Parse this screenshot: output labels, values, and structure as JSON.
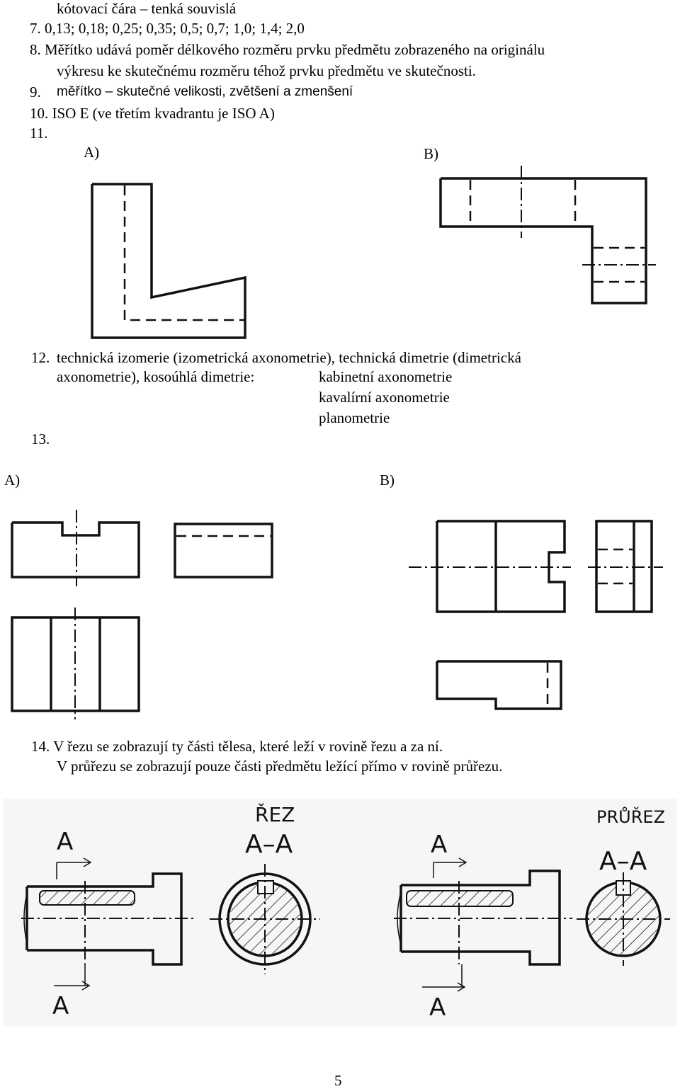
{
  "lines": {
    "l0": "kótovací čára – tenká souvislá",
    "l7": "7.  0,13; 0,18; 0,25; 0,35; 0,5; 0,7; 1,0; 1,4; 2,0",
    "l8a": "8.  Měřítko udává poměr délkového rozměru prvku předmětu zobrazeného na originálu",
    "l8b": "výkresu ke skutečnému rozměru téhož prvku předmětu ve skutečnosti.",
    "l9num": "9.",
    "l9": "měřítko – skutečné velikosti, zvětšení a zmenšení",
    "l10": "10. ISO E (ve třetím kvadrantu je ISO A)",
    "l11": "11."
  },
  "q11": {
    "a": "A)",
    "b": "B)"
  },
  "q12": {
    "num": "12.",
    "text1": "technická  izomerie  (izometrická  axonometrie),  technická  dimetrie  (dimetrická",
    "text2": "axonometrie), kosoúhlá dimetrie:",
    "items": [
      "kabinetní axonometrie",
      "kavalírní axonometrie",
      "planometrie"
    ]
  },
  "q13": {
    "num": "13.",
    "a": "A)",
    "b": "B)"
  },
  "q14": {
    "text1": "14. V řezu se zobrazují ty části tělesa, které leží v rovině řezu a za ní.",
    "text2": "V průřezu se zobrazují pouze části předmětu ležící přímo v rovině průřezu.",
    "rez": "ŘEZ",
    "prurez": "PRŮŘEZ",
    "section": "A–A",
    "arrow": "A"
  },
  "page_number": "5"
}
